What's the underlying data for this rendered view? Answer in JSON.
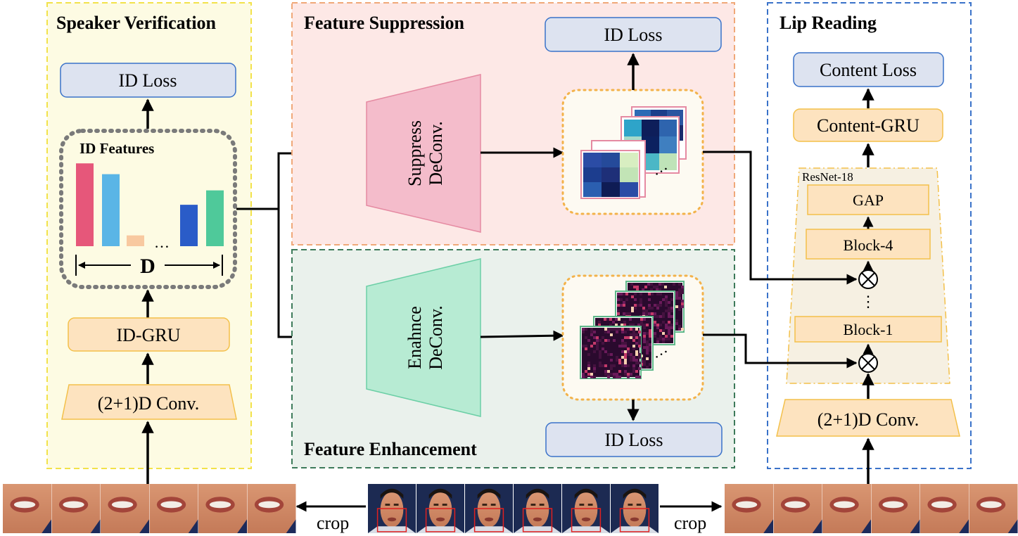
{
  "speaker_verification": {
    "title": "Speaker Verification",
    "id_loss": "ID Loss",
    "id_features": "ID Features",
    "ellipsis": "…",
    "dimension": "D",
    "id_gru": "ID-GRU",
    "conv": "(2+1)D Conv."
  },
  "feature_suppression": {
    "title": "Feature Suppression",
    "id_loss": "ID Loss",
    "deconv_line1": "Suppress",
    "deconv_line2": "DeConv.",
    "ellipsis": "…"
  },
  "feature_enhancement": {
    "title": "Feature Enhancement",
    "id_loss": "ID Loss",
    "deconv_line1": "Enahnce",
    "deconv_line2": "DeConv.",
    "ellipsis": "…"
  },
  "lip_reading": {
    "title": "Lip Reading",
    "content_loss": "Content Loss",
    "content_gru": "Content-GRU",
    "resnet": "ResNet-18",
    "gap": "GAP",
    "block4": "Block-4",
    "vdots": "⋮",
    "block1": "Block-1",
    "conv": "(2+1)D Conv."
  },
  "input": {
    "crop_left": "crop",
    "crop_right": "crop"
  },
  "colors": {
    "yellow_panel_border": "#f2e24a",
    "yellow_panel_fill": "#fdfbe3",
    "suppress_panel_fill": "#fde8e6",
    "suppress_panel_border": "#f0a878",
    "enhance_panel_fill": "#eaf1ec",
    "enhance_panel_border": "#3d7a5a",
    "lip_panel_border": "#3a72c9",
    "loss_box_fill": "#dde3f0",
    "loss_box_border": "#3a72c9",
    "orange_box_fill": "#fde3bf",
    "orange_box_border": "#f3c04a",
    "bar_red": "#e6577a",
    "bar_blue": "#5ab5e6",
    "bar_peach": "#f8c9a0",
    "bar_navy": "#2a5cc8",
    "bar_green": "#4fc99a",
    "suppress_trap": "#f4bccb",
    "enhance_trap": "#b7ebd3"
  },
  "id_feature_bars": [
    0.92,
    0.8,
    0.12,
    0.0,
    0.46,
    0.62
  ]
}
